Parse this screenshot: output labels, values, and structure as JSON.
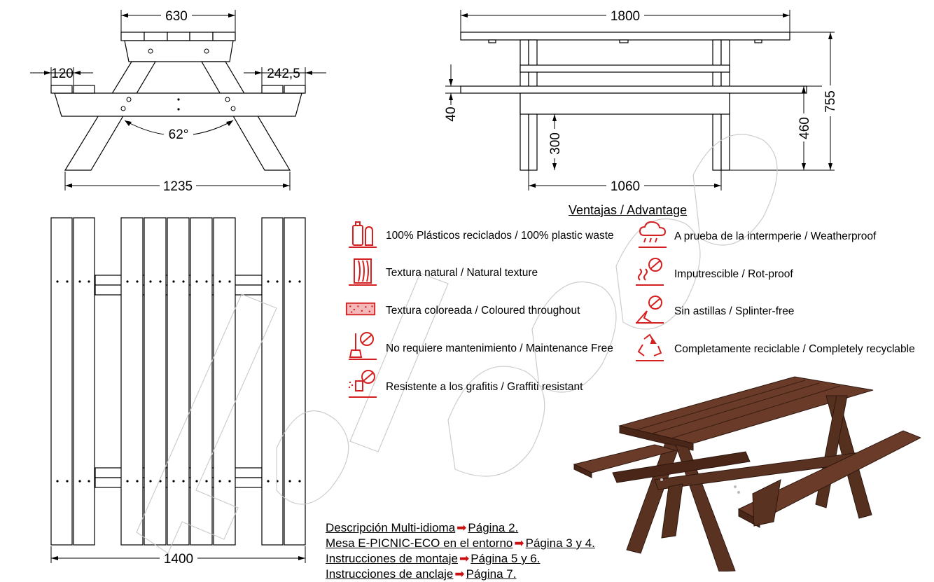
{
  "dimensions": {
    "front_top_width": "630",
    "front_left_seat": "120",
    "front_right_seat": "242,5",
    "front_angle": "62°",
    "front_base_width": "1235",
    "side_length": "1800",
    "side_seat_thickness": "40",
    "side_leg_height": "300",
    "side_seat_height": "460",
    "side_total_height": "755",
    "side_leg_span": "1060",
    "plan_width": "1400"
  },
  "advantages": {
    "title": "Ventajas / Advantage",
    "left": [
      {
        "icon": "bottles-icon",
        "label": "100% Plásticos reciclados / 100% plastic waste"
      },
      {
        "icon": "wood-grain-icon",
        "label": "Textura natural / Natural texture"
      },
      {
        "icon": "colour-texture-icon",
        "label": "Textura coloreada / Coloured throughout"
      },
      {
        "icon": "no-maintenance-icon",
        "label": "No requiere mantenimiento / Maintenance Free"
      },
      {
        "icon": "no-graffiti-icon",
        "label": "Resistente a los grafitis / Graffiti resistant"
      }
    ],
    "right": [
      {
        "icon": "weather-cloud-icon",
        "label": "A prueba de la intermperie / Weatherproof"
      },
      {
        "icon": "no-rot-icon",
        "label": "Imputrescible / Rot-proof"
      },
      {
        "icon": "no-splinter-icon",
        "label": "Sin astillas / Splinter-free"
      },
      {
        "icon": "recycle-icon",
        "label": "Completamente reciclable / Completely recyclable"
      }
    ]
  },
  "links": [
    {
      "text": "Descripción Multi-idioma",
      "page": "Página 2."
    },
    {
      "text": "Mesa E-PICNIC-ECO en el entorno",
      "page": "Página 3 y 4."
    },
    {
      "text": "Instrucciones de montaje",
      "page": "Página 5 y 6."
    },
    {
      "text": "Instrucciones de anclaje",
      "page": "Página 7."
    }
  ],
  "colors": {
    "icon_red": "#d42020",
    "wood_brown": "#5a3222",
    "watermark": "#c8c8c8"
  }
}
